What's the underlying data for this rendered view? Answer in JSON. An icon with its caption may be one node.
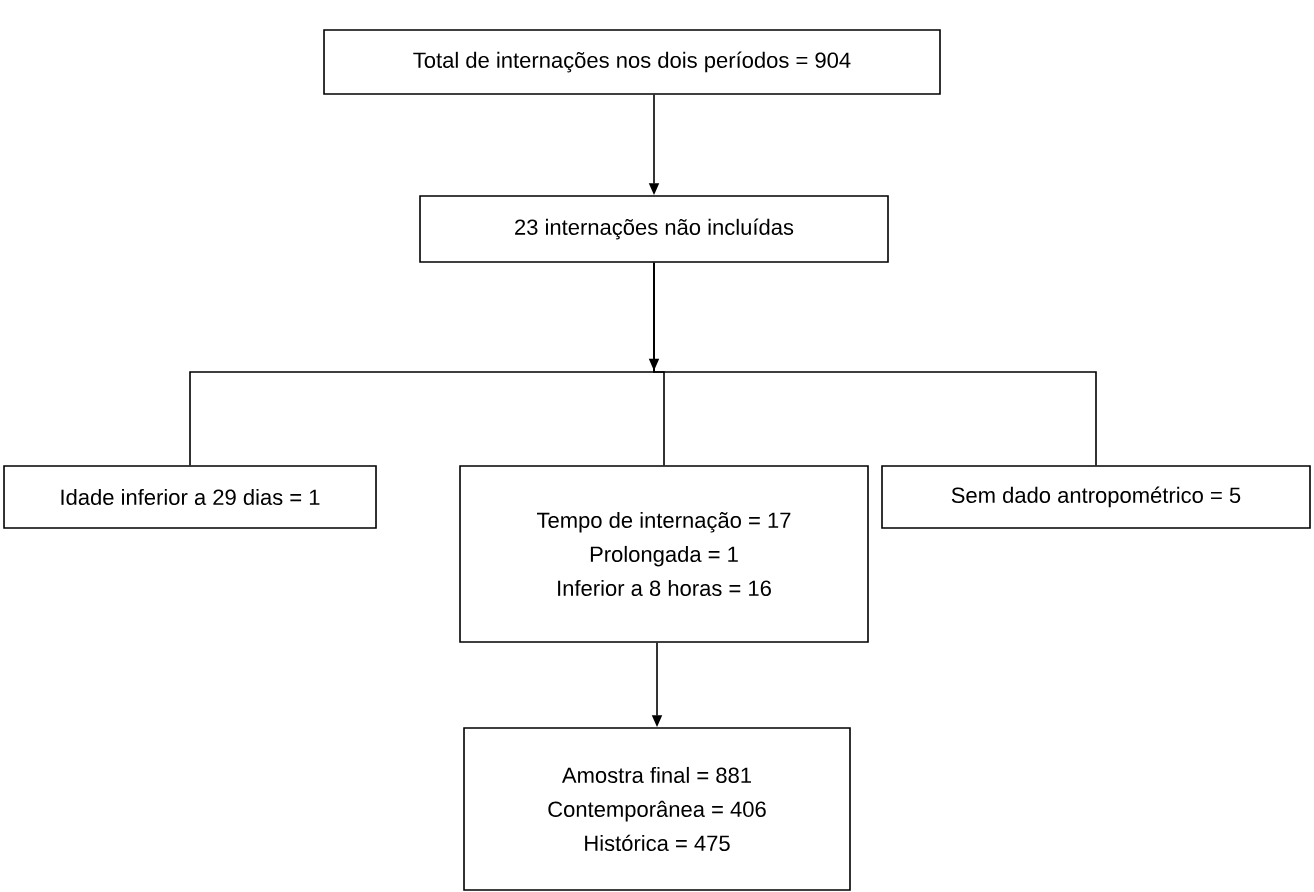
{
  "diagram": {
    "nodes": [
      {
        "text": [
          "Total de internações nos dois períodos = 904"
        ]
      },
      {
        "text": [
          "23 internações não incluídas"
        ]
      },
      {
        "text": [
          "Idade inferior a 29 dias = 1"
        ]
      },
      {
        "text": [
          "Tempo de internação = 17",
          "Prolongada = 1",
          "Inferior a 8 horas = 16"
        ]
      },
      {
        "text": [
          "Sem dado antropométrico = 5"
        ]
      },
      {
        "text": [
          "Amostra final = 881",
          "Contemporânea = 406",
          "Histórica = 475"
        ]
      }
    ],
    "edges": [
      {
        "from": 0,
        "to": 1,
        "arrow": "to"
      },
      {
        "from": 1,
        "to": 2,
        "arrow": "none"
      },
      {
        "from": 1,
        "to": 3,
        "arrow": "to"
      },
      {
        "from": 1,
        "to": 4,
        "arrow": "none"
      },
      {
        "from": 3,
        "to": 5,
        "arrow": "to"
      }
    ]
  }
}
